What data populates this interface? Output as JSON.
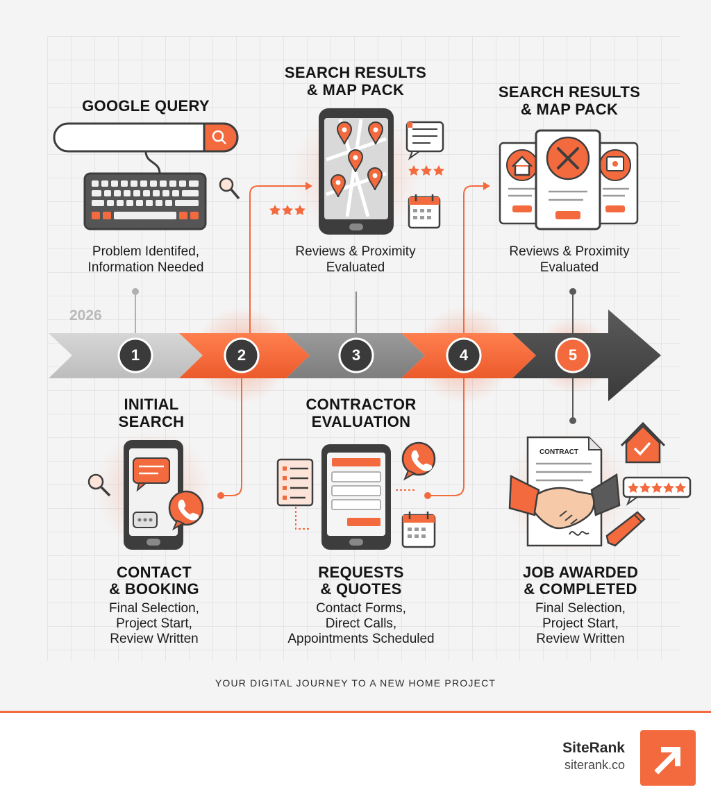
{
  "year": "2026",
  "steps": [
    {
      "number": "1",
      "title_line1": "GOOGLE QUERY",
      "title_line2": "",
      "desc_line1": "Problem Identifed,",
      "desc_line2": "Information Needed",
      "desc_line3": ""
    },
    {
      "number": "2",
      "title_line1": "INITIAL",
      "title_line2": "SEARCH",
      "title2_line1": "CONTACT",
      "title2_line2": "& BOOKING",
      "desc_line1": "Final Selection,",
      "desc_line2": "Project Start,",
      "desc_line3": "Review Written"
    },
    {
      "number": "3",
      "title_line1": "SEARCH RESULTS",
      "title_line2": "& MAP PACK",
      "desc_line1": "Reviews & Proximity",
      "desc_line2": "Evaluated"
    },
    {
      "number": "4",
      "title_line1": "CONTRACTOR",
      "title_line2": "EVALUATION",
      "title2_line1": "REQUESTS",
      "title2_line2": "& QUOTES",
      "desc_line1": "Contact Forms,",
      "desc_line2": "Direct Calls,",
      "desc_line3": "Appointments Scheduled"
    },
    {
      "number": "5",
      "title_line1": "SEARCH RESULTS",
      "title_line2": "& MAP PACK",
      "desc_line1": "Reviews & Proximity",
      "desc_line2": "Evaluated",
      "title2_line1": "JOB AWARDED",
      "title2_line2": "& COMPLETED",
      "desc2_line1": "Final Selection,",
      "desc2_line2": "Project Start,",
      "desc2_line3": "Review Written"
    }
  ],
  "contract_label": "CONTRACT",
  "footer_text": "YOUR DIGITAL JOURNEY TO A NEW HOME PROJECT",
  "brand": {
    "name": "SiteRank",
    "url": "siterank.co"
  },
  "colors": {
    "accent": "#f26a3d",
    "dark": "#3d3d3d",
    "mid_gray": "#8a8a8a",
    "light_gray": "#c9c9c9"
  },
  "icons": [
    "search-bar-icon",
    "keyboard-icon",
    "magnifier-icon",
    "phone-map-icon",
    "stars-icon",
    "calendar-icon",
    "chat-icon",
    "contractor-cards-icon",
    "phone-chat-icon",
    "phone-form-icon",
    "checklist-icon",
    "contract-handshake-icon",
    "house-check-icon",
    "pen-icon"
  ]
}
